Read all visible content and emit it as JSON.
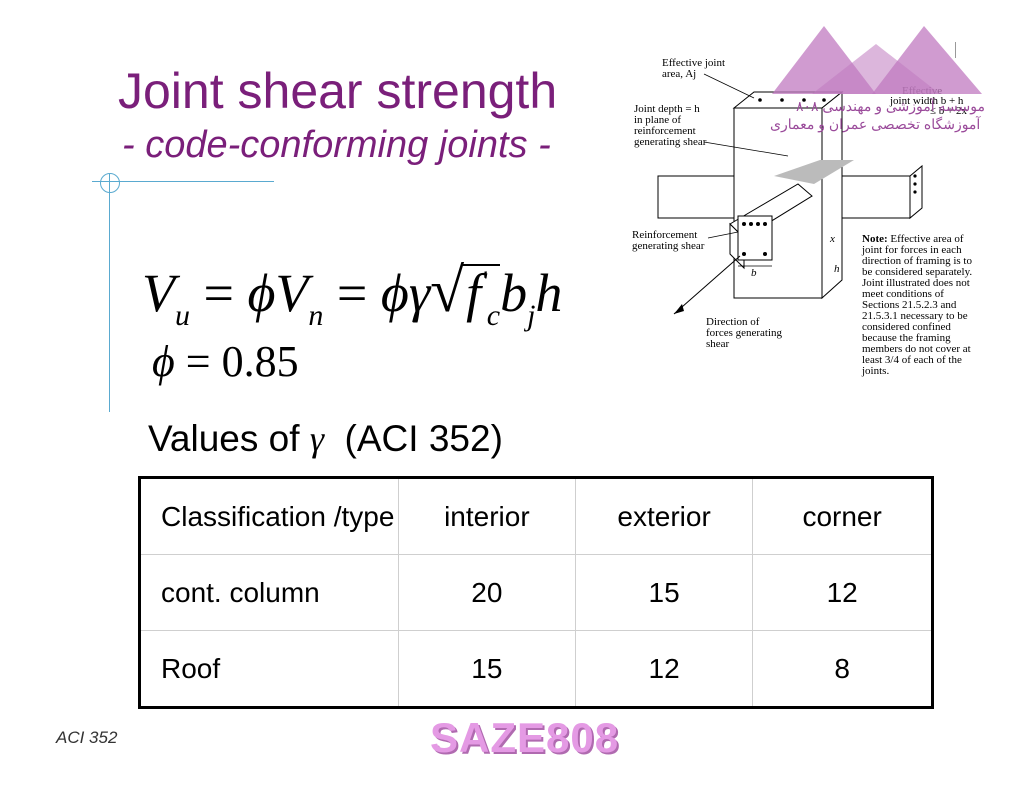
{
  "title": "Joint shear strength",
  "subtitle": "- code-conforming joints -",
  "equation": {
    "V": "V",
    "u": "u",
    "eq1": "=",
    "phi": "ϕ",
    "n": "n",
    "eq2": "=",
    "phigamma": "ϕγ",
    "f": "f",
    "prime": "'",
    "c": "c",
    "b": "b",
    "j": "j",
    "h": "h"
  },
  "phi_line": {
    "symbol": "ϕ",
    "text": " = 0.85"
  },
  "values_heading": {
    "prefix": "Values of ",
    "gamma": "γ",
    "suffix": "  (ACI 352)"
  },
  "table": {
    "header": [
      "Classification /type",
      "interior",
      "exterior",
      "corner"
    ],
    "rows": [
      [
        "cont. column",
        "20",
        "15",
        "12"
      ],
      [
        "Roof",
        "15",
        "12",
        "8"
      ]
    ]
  },
  "figure": {
    "labels": {
      "effective_joint_area_1": "Effective joint",
      "effective_joint_area_2": "area, Aj",
      "joint_depth_1": "Joint depth = h",
      "joint_depth_2": "in plane of",
      "joint_depth_3": "reinforcement",
      "joint_depth_4": "generating shear",
      "effective_width_1": "Effective",
      "effective_width_2": "joint width b + h",
      "effective_width_3": "≤ b + 2x",
      "reinf_1": "Reinforcement",
      "reinf_2": "generating shear",
      "x": "x",
      "b": "b",
      "h": "h",
      "direction_1": "Direction of",
      "direction_2": "forces generating",
      "direction_3": "shear",
      "note_bold": "Note:",
      "note_1": " Effective area of",
      "note_2": "joint for forces in each",
      "note_3": "direction of framing is to",
      "note_4": "be considered separately.",
      "note_5": "Joint illustrated does not",
      "note_6": "meet conditions of",
      "note_7": "Sections 21.5.2.3 and",
      "note_8": "21.5.3.1 necessary to be",
      "note_9": "considered confined",
      "note_10": "because the framing",
      "note_11": "members do not cover at",
      "note_12": "least 3/4 of each of the",
      "note_13": "joints."
    }
  },
  "watermark": {
    "line1": "موسسه آموزشی و مهندسی ۸۰۸",
    "line2": "آموزشگاه تخصصی عمران و معماری"
  },
  "footer": {
    "left": "ACI 352",
    "logo": "SAZE808"
  },
  "colors": {
    "title": "#7a1f7a",
    "accent_line": "#5aaad0",
    "logo": "#e49ae4",
    "watermark": "#c07ac0"
  }
}
